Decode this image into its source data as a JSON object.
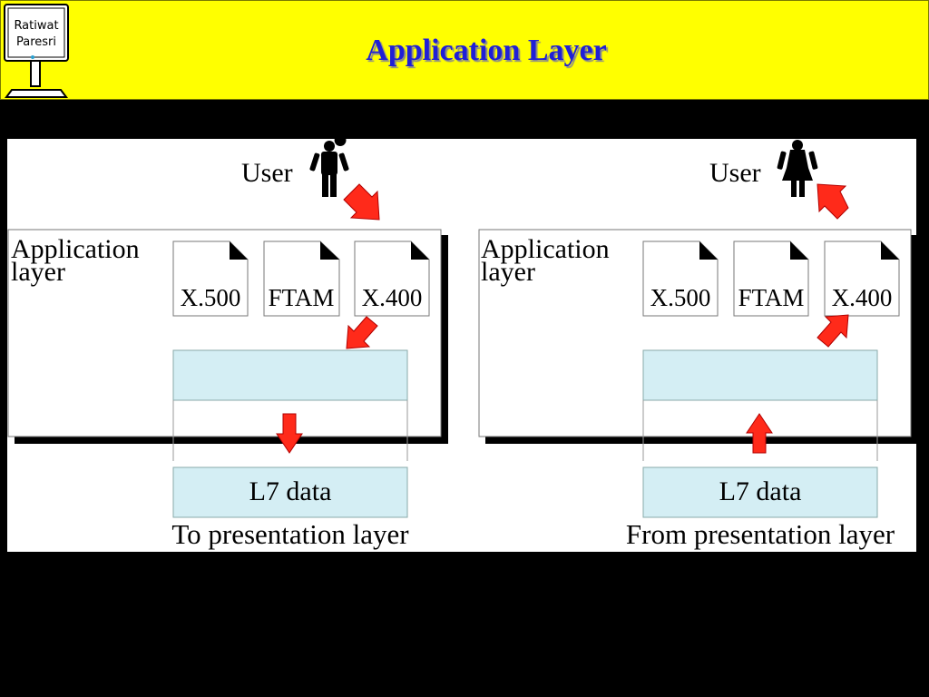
{
  "header": {
    "title": "Application Layer",
    "logo_text": [
      "Ratiwat",
      "Paresri"
    ],
    "background": "#ffff00",
    "title_color": "#1f1fd6"
  },
  "partial_caption": "pplication lay",
  "diagram": {
    "arrow_color": "#ff2a1a",
    "box_fill": "#d4eef4",
    "sender": {
      "user_label": "User",
      "user_icon": "man-icon",
      "layer_label": [
        "Application",
        "layer"
      ],
      "services": [
        "X.500",
        "FTAM",
        "X.400"
      ],
      "data_label": "L7 data",
      "caption": "To presentation layer"
    },
    "receiver": {
      "user_label": "User",
      "user_icon": "woman-icon",
      "layer_label": [
        "Application",
        "layer"
      ],
      "services": [
        "X.500",
        "FTAM",
        "X.400"
      ],
      "data_label": "L7 data",
      "caption": "From presentation layer"
    }
  }
}
